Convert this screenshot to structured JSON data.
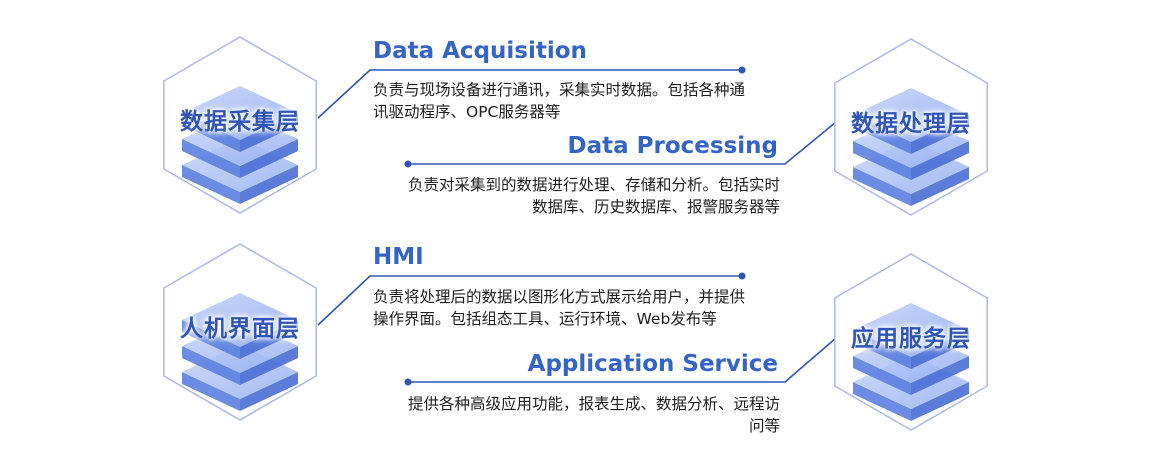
{
  "colors": {
    "accent": "#3464c8",
    "line": "#2f55b8",
    "hex_outline": "#aab9e8",
    "layer_top": "#93aef0",
    "layer_side": "#6b8ee6",
    "text": "#1f1f1f"
  },
  "layers": [
    {
      "label": "数据采集层",
      "title": "Data Acquisition",
      "description": "负责与现场设备进行通讯，采集实时数据。包括各种通讯驱动程序、OPC服务器等"
    },
    {
      "label": "数据处理层",
      "title": "Data Processing",
      "description": "负责对采集到的数据进行处理、存储和分析。包括实时数据库、历史数据库、报警服务器等"
    },
    {
      "label": "人机界面层",
      "title": "HMI",
      "description": "负责将处理后的数据以图形化方式展示给用户，并提供操作界面。包括组态工具、运行环境、Web发布等"
    },
    {
      "label": "应用服务层",
      "title": "Application Service",
      "description": "提供各种高级应用功能，报表生成、数据分析、远程访问等"
    }
  ]
}
